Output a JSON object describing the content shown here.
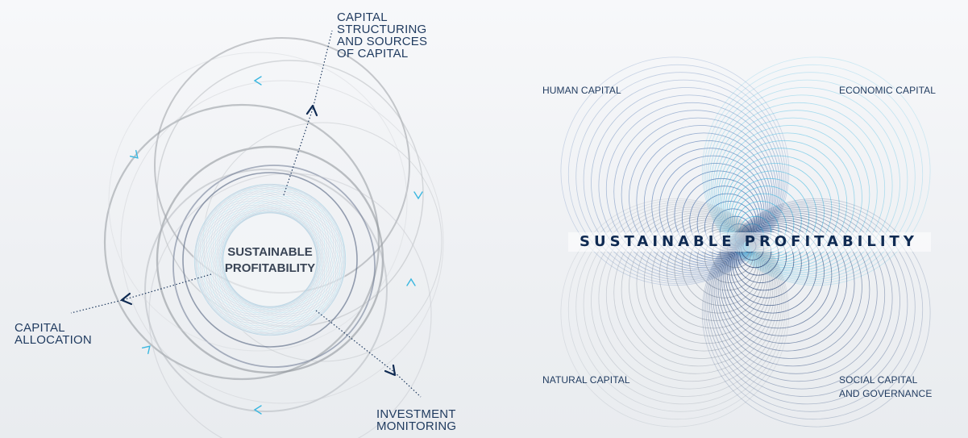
{
  "left_diagram": {
    "center_line1": "SUSTAINABLE",
    "center_line2": "PROFITABILITY",
    "capital_structuring": [
      "CAPITAL",
      "STRUCTURING",
      "AND SOURCES",
      "OF CAPITAL"
    ],
    "capital_allocation": [
      "CAPITAL",
      "ALLOCATION"
    ],
    "investment_monitoring": [
      "INVESTMENT",
      "MONITORING"
    ]
  },
  "right_diagram": {
    "center_text": "SUSTAINABLE PROFITABILITY",
    "human_capital": "HUMAN CAPITAL",
    "economic_capital": "ECONOMIC CAPITAL",
    "natural_capital": "NATURAL CAPITAL",
    "social_capital": [
      "SOCIAL CAPITAL",
      "AND GOVERNANCE"
    ]
  },
  "colors": {
    "navy": "#0f2a52",
    "label_blue": "#1f3a5f",
    "accent_cyan": "#3ab7e0",
    "ring_grey": "#9a9ea4"
  }
}
